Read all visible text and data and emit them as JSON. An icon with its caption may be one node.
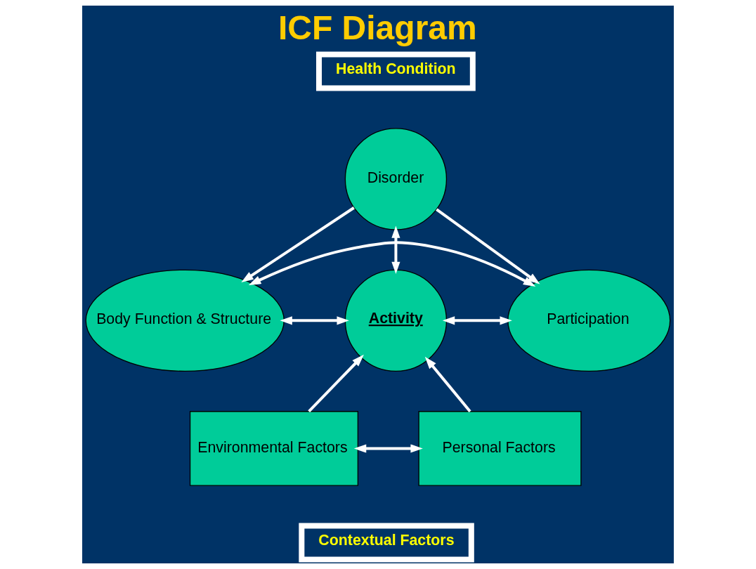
{
  "diagram": {
    "title": "ICF Diagram",
    "nodes": [
      {
        "text": [
          "Health Condition"
        ]
      },
      {
        "text": [
          "Disorder"
        ]
      },
      {
        "text": [
          "Body Function & Structure"
        ]
      },
      {
        "text": [
          "Activity"
        ]
      },
      {
        "text": [
          "Participation"
        ]
      },
      {
        "text": [
          "Environmental Factors"
        ]
      },
      {
        "text": [
          "Personal Factors"
        ]
      },
      {
        "text": [
          "Contextual Factors"
        ]
      }
    ],
    "edges": [
      {
        "from": 1,
        "to": 3,
        "arrow": "both"
      },
      {
        "from": 1,
        "to": 2,
        "arrow": "to"
      },
      {
        "from": 1,
        "to": 4,
        "arrow": "to"
      },
      {
        "from": 2,
        "to": 3,
        "arrow": "both"
      },
      {
        "from": 3,
        "to": 4,
        "arrow": "both"
      },
      {
        "from": 2,
        "to": 4,
        "arrow": "both"
      },
      {
        "from": 5,
        "to": 6,
        "arrow": "both"
      },
      {
        "from": 5,
        "to": 3,
        "arrow": "to"
      },
      {
        "from": 6,
        "to": 3,
        "arrow": "to"
      }
    ]
  }
}
